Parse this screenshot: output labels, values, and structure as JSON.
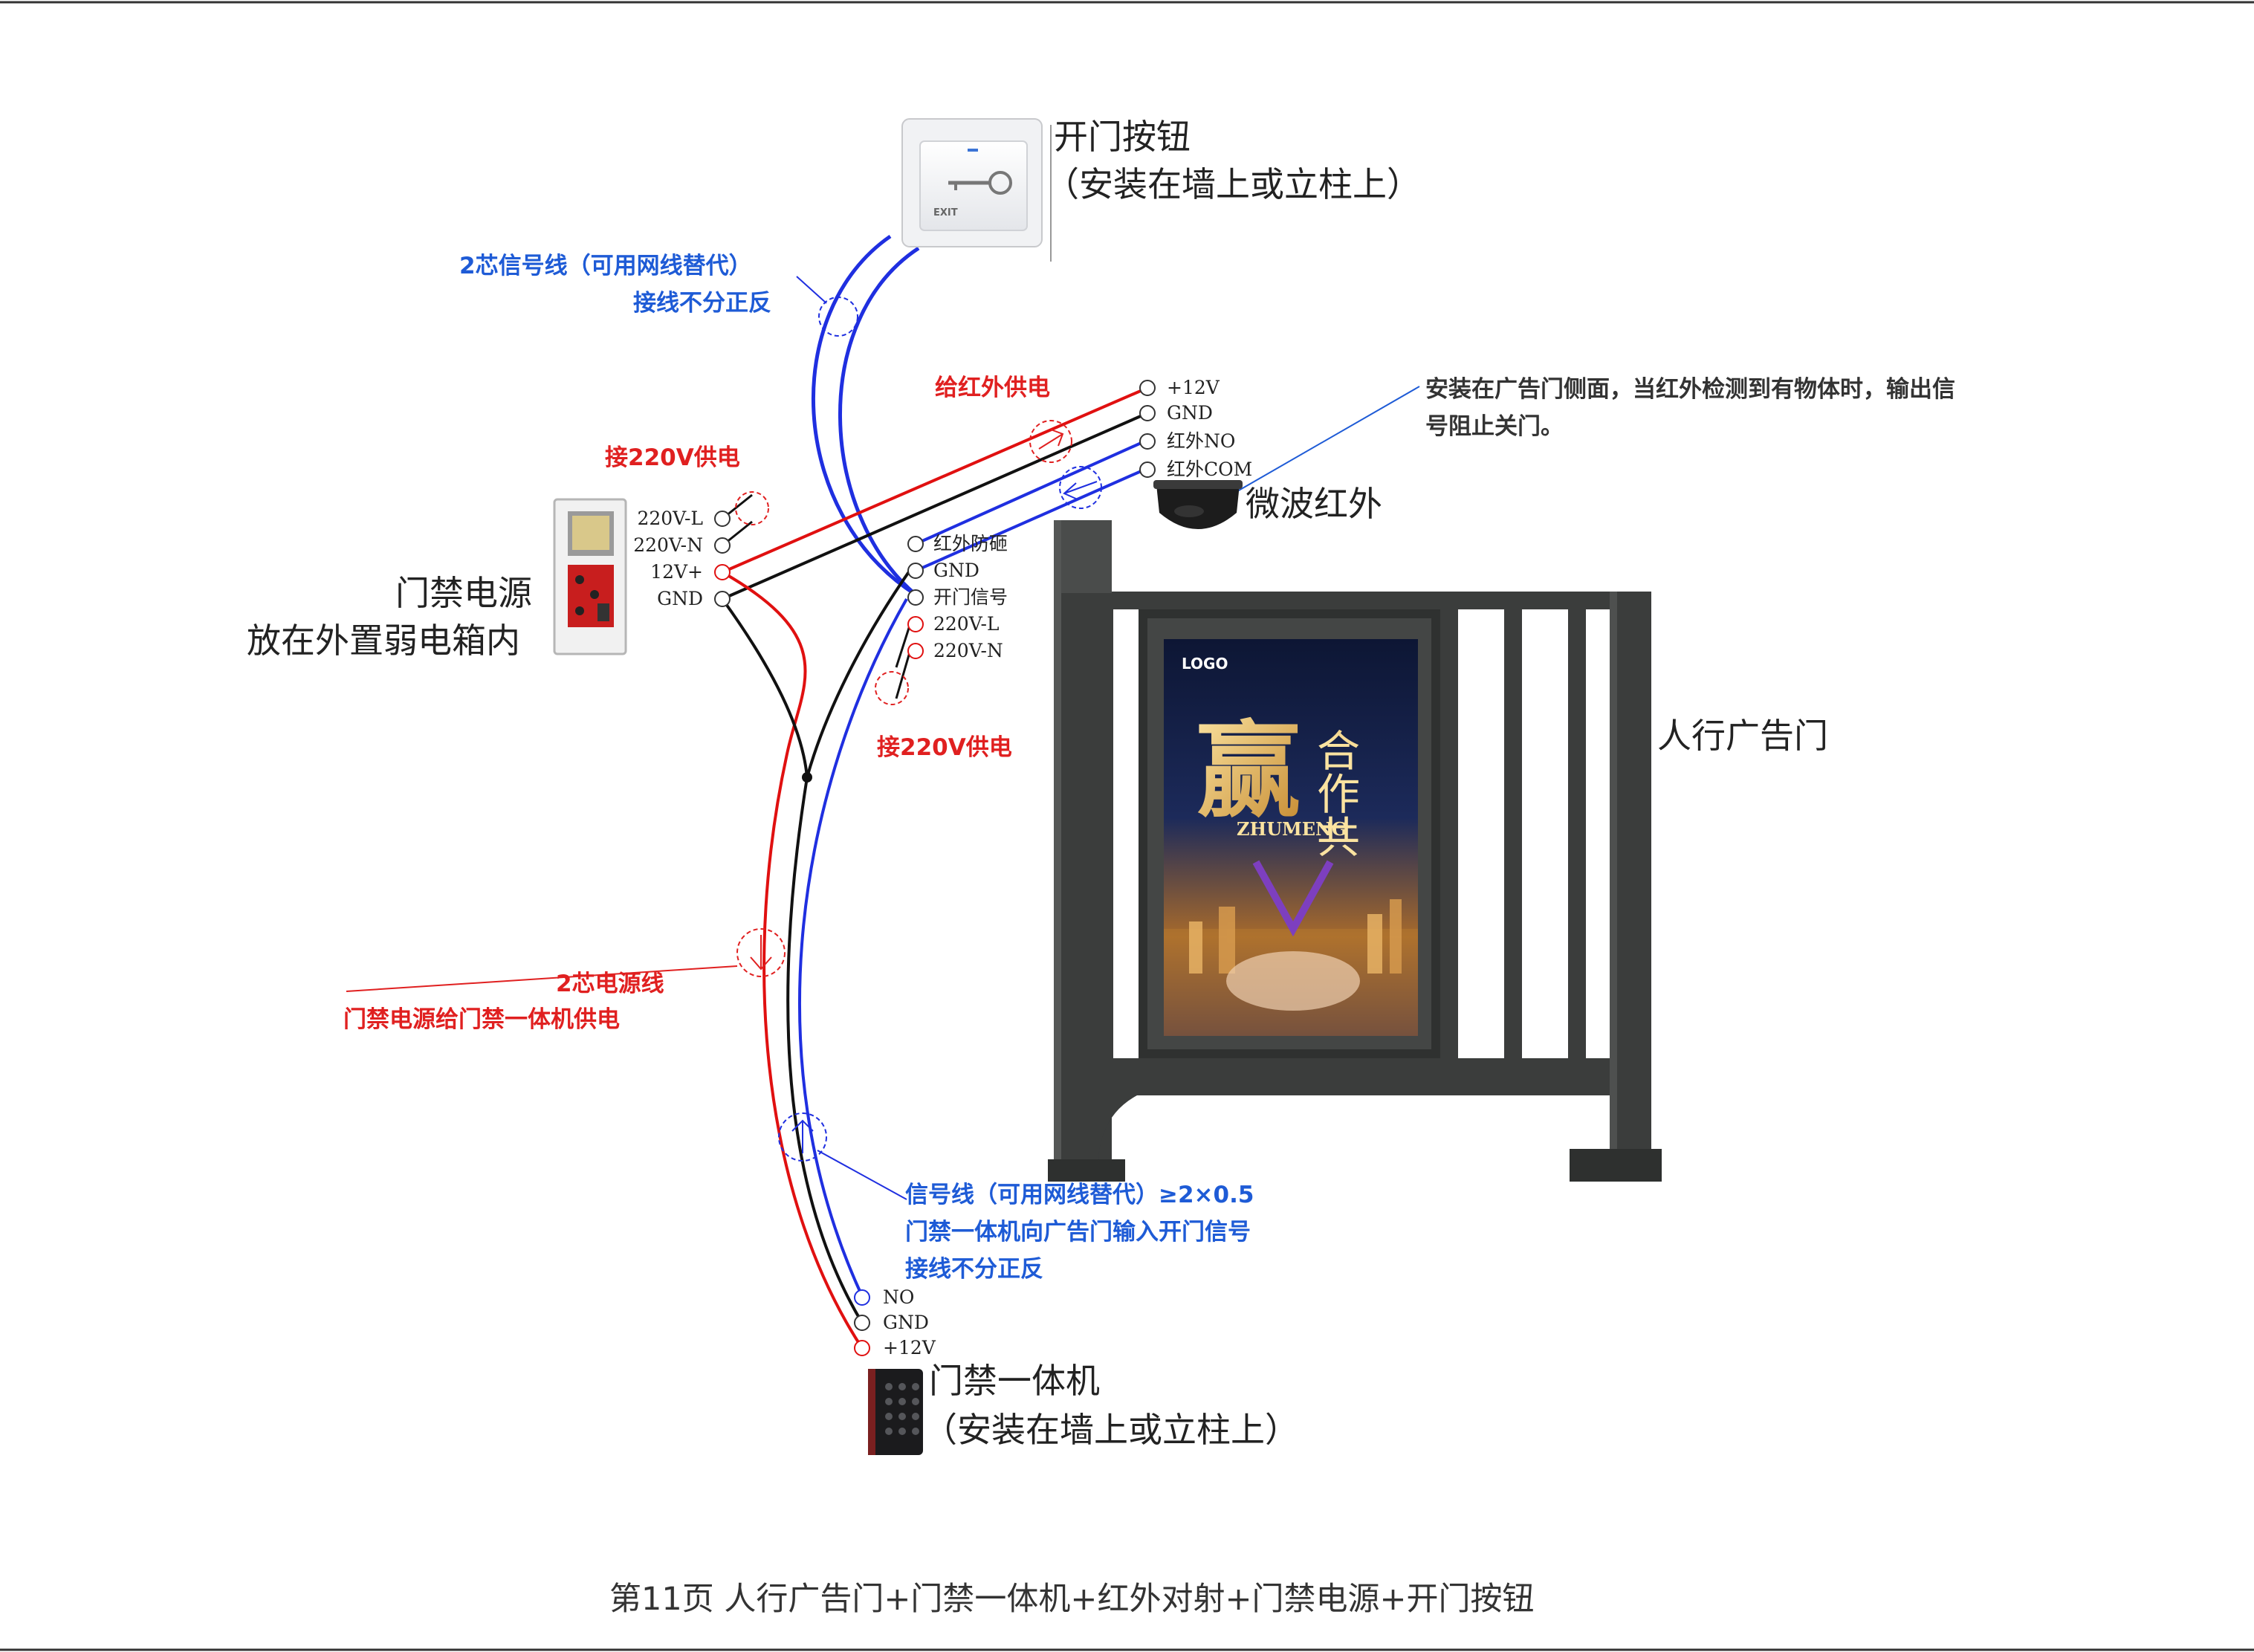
{
  "exit_button": {
    "title": "开门按钮",
    "subtitle": "（安装在墙上或立柱上）",
    "face_text": "EXIT"
  },
  "signal_cable_top": {
    "line1": "2芯信号线（可用网线替代）",
    "line2": "接线不分正反"
  },
  "ir_power_note": "给红外供电",
  "ir_terminals": [
    "+12V",
    "GND",
    "红外NO",
    "红外COM"
  ],
  "microwave_ir": {
    "label": "微波红外",
    "note_line1": "安装在广告门侧面，当红外检测到有物体时，输出信",
    "note_line2": "号阻止关门。"
  },
  "power_note_left": "接220V供电",
  "psu": {
    "title": "门禁电源",
    "subtitle": "放在外置弱电箱内",
    "terminals": [
      "220V-L",
      "220V-N",
      "12V+",
      "GND"
    ]
  },
  "gate_terminals": [
    "红外防砸",
    "GND",
    "开门信号",
    "220V-L",
    "220V-N"
  ],
  "power_note_gate": "接220V供电",
  "gate": {
    "label": "人行广告门",
    "poster": {
      "logo": "LOGO",
      "title_main": "赢",
      "title_side": "合作共",
      "brand": "ZHUMENG"
    }
  },
  "power_cable": {
    "line1": "2芯电源线",
    "line2": "门禁电源给门禁一体机供电"
  },
  "signal_cable_bottom": {
    "line1": "信号线（可用网线替代）≥2×0.5",
    "line2": "门禁一体机向广告门输入开门信号",
    "line3": "接线不分正反"
  },
  "reader_terminals": [
    "NO",
    "GND",
    "+12V"
  ],
  "reader": {
    "title": "门禁一体机",
    "subtitle": "（安装在墙上或立柱上）"
  },
  "footer": "第11页  人行广告门+门禁一体机+红外对射+门禁电源+开门按钮",
  "colors": {
    "blue_wire": "#1f2fe0",
    "red_wire": "#e01010",
    "black_wire": "#111111",
    "blue_text": "#1e5bd6",
    "red_text": "#e02020",
    "gate_frame": "#3b3d3c"
  }
}
